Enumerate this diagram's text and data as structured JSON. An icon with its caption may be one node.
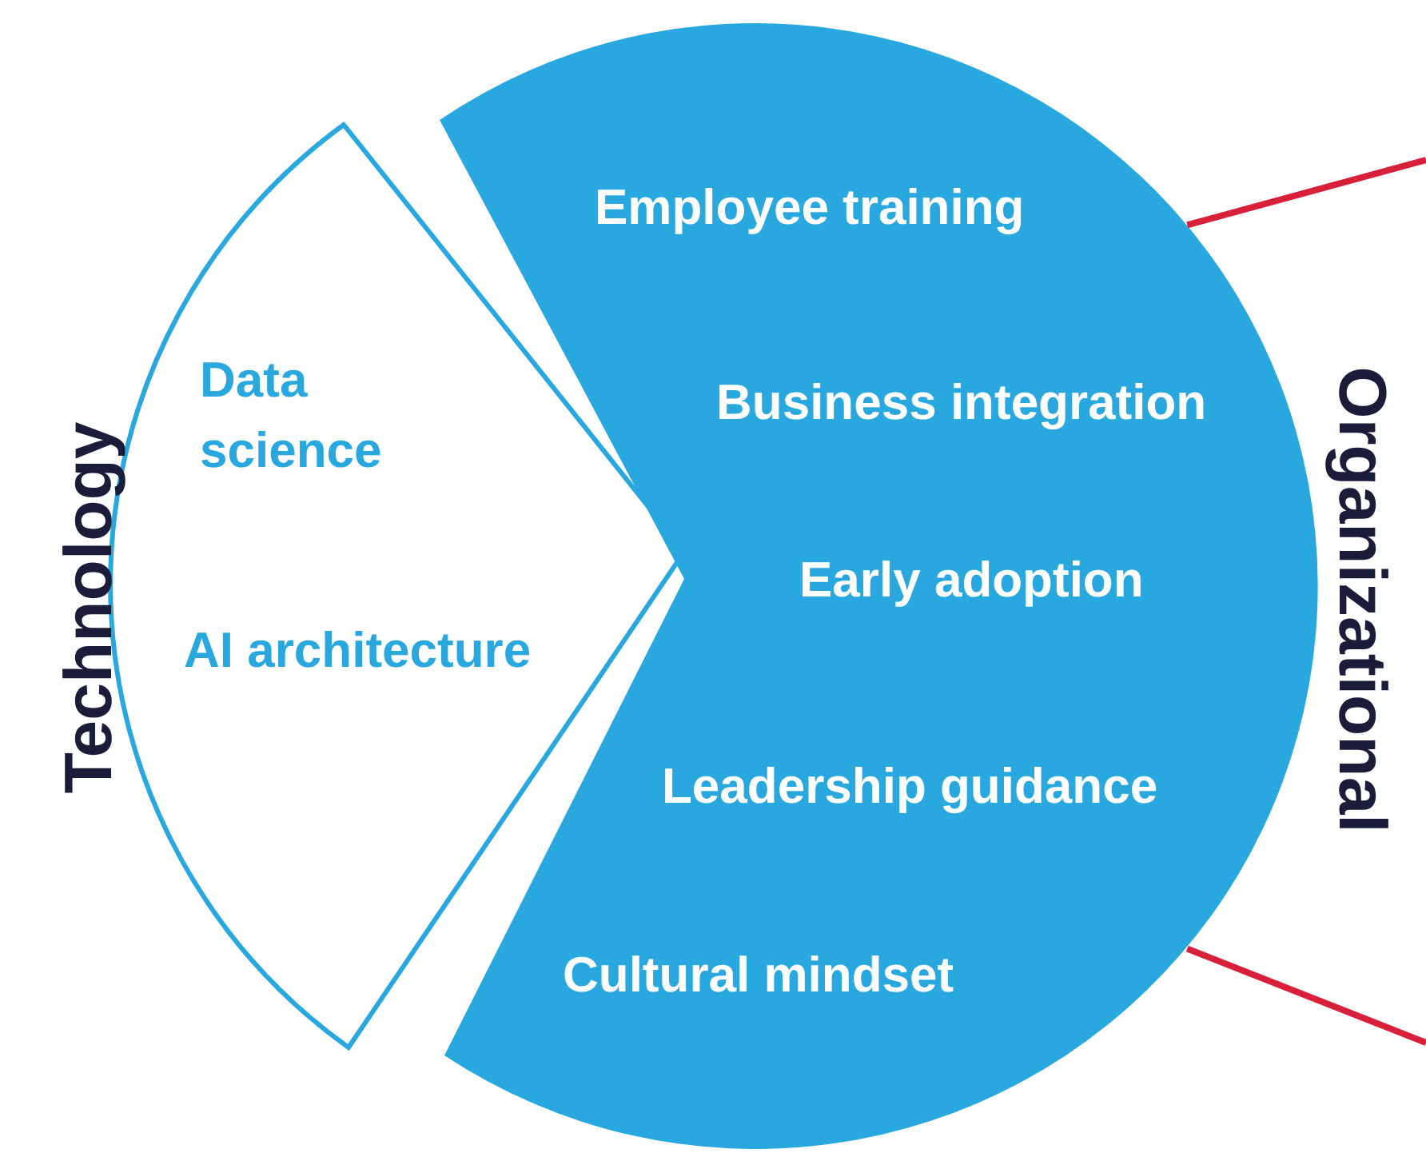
{
  "diagram": {
    "nodes": [
      {
        "text": [
          "Technology",
          "Data science",
          "AI architecture"
        ]
      },
      {
        "text": [
          "Organizational",
          "Employee training",
          "Business integration",
          "Early adoption",
          "Leadership guidance",
          "Cultural mindset"
        ]
      }
    ],
    "edges": [
      {
        "from": 1,
        "to": null,
        "arrow": "none"
      },
      {
        "from": 1,
        "to": null,
        "arrow": "none"
      }
    ]
  }
}
